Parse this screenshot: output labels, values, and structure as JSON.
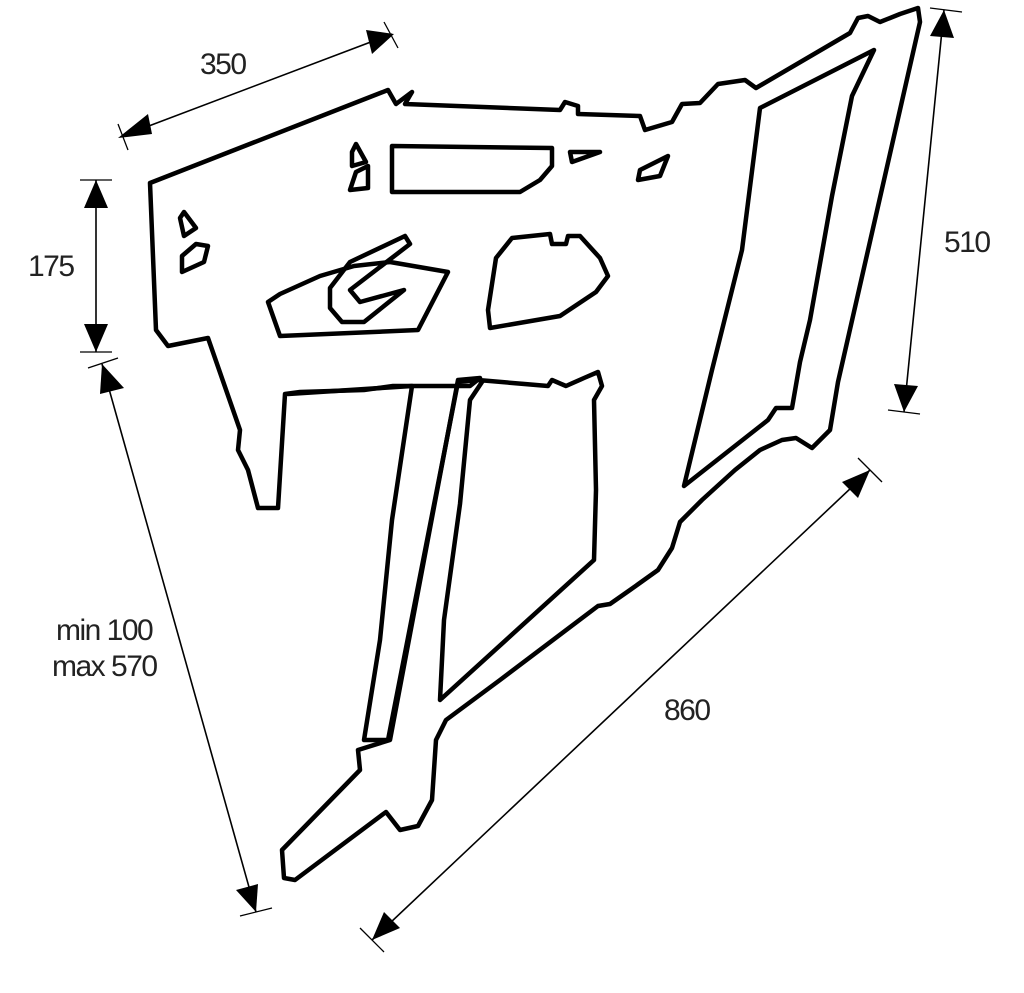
{
  "dimensions": {
    "width_top": "350",
    "height_upper": "175",
    "height_right": "510",
    "extension_min": "min 100",
    "extension_max": "max 570",
    "arm_length": "860"
  }
}
